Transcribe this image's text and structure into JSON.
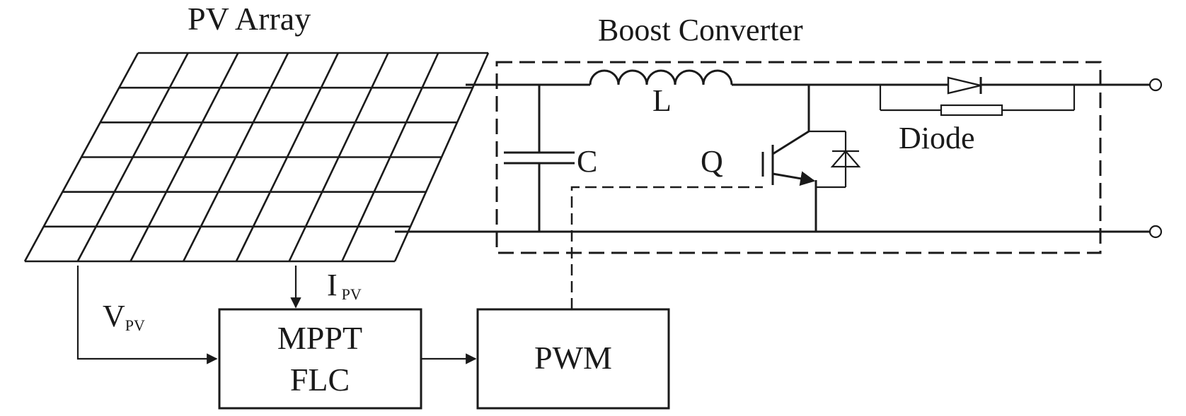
{
  "labels": {
    "pv_array": "PV Array",
    "boost_converter": "Boost Converter",
    "inductor": "L",
    "capacitor": "C",
    "switch": "Q",
    "diode": "Diode",
    "voltage_main": "V",
    "voltage_sub": "PV",
    "current_main": "I",
    "current_sub": "PV",
    "mppt_line1": "MPPT",
    "mppt_line2": "FLC",
    "pwm": "PWM"
  }
}
